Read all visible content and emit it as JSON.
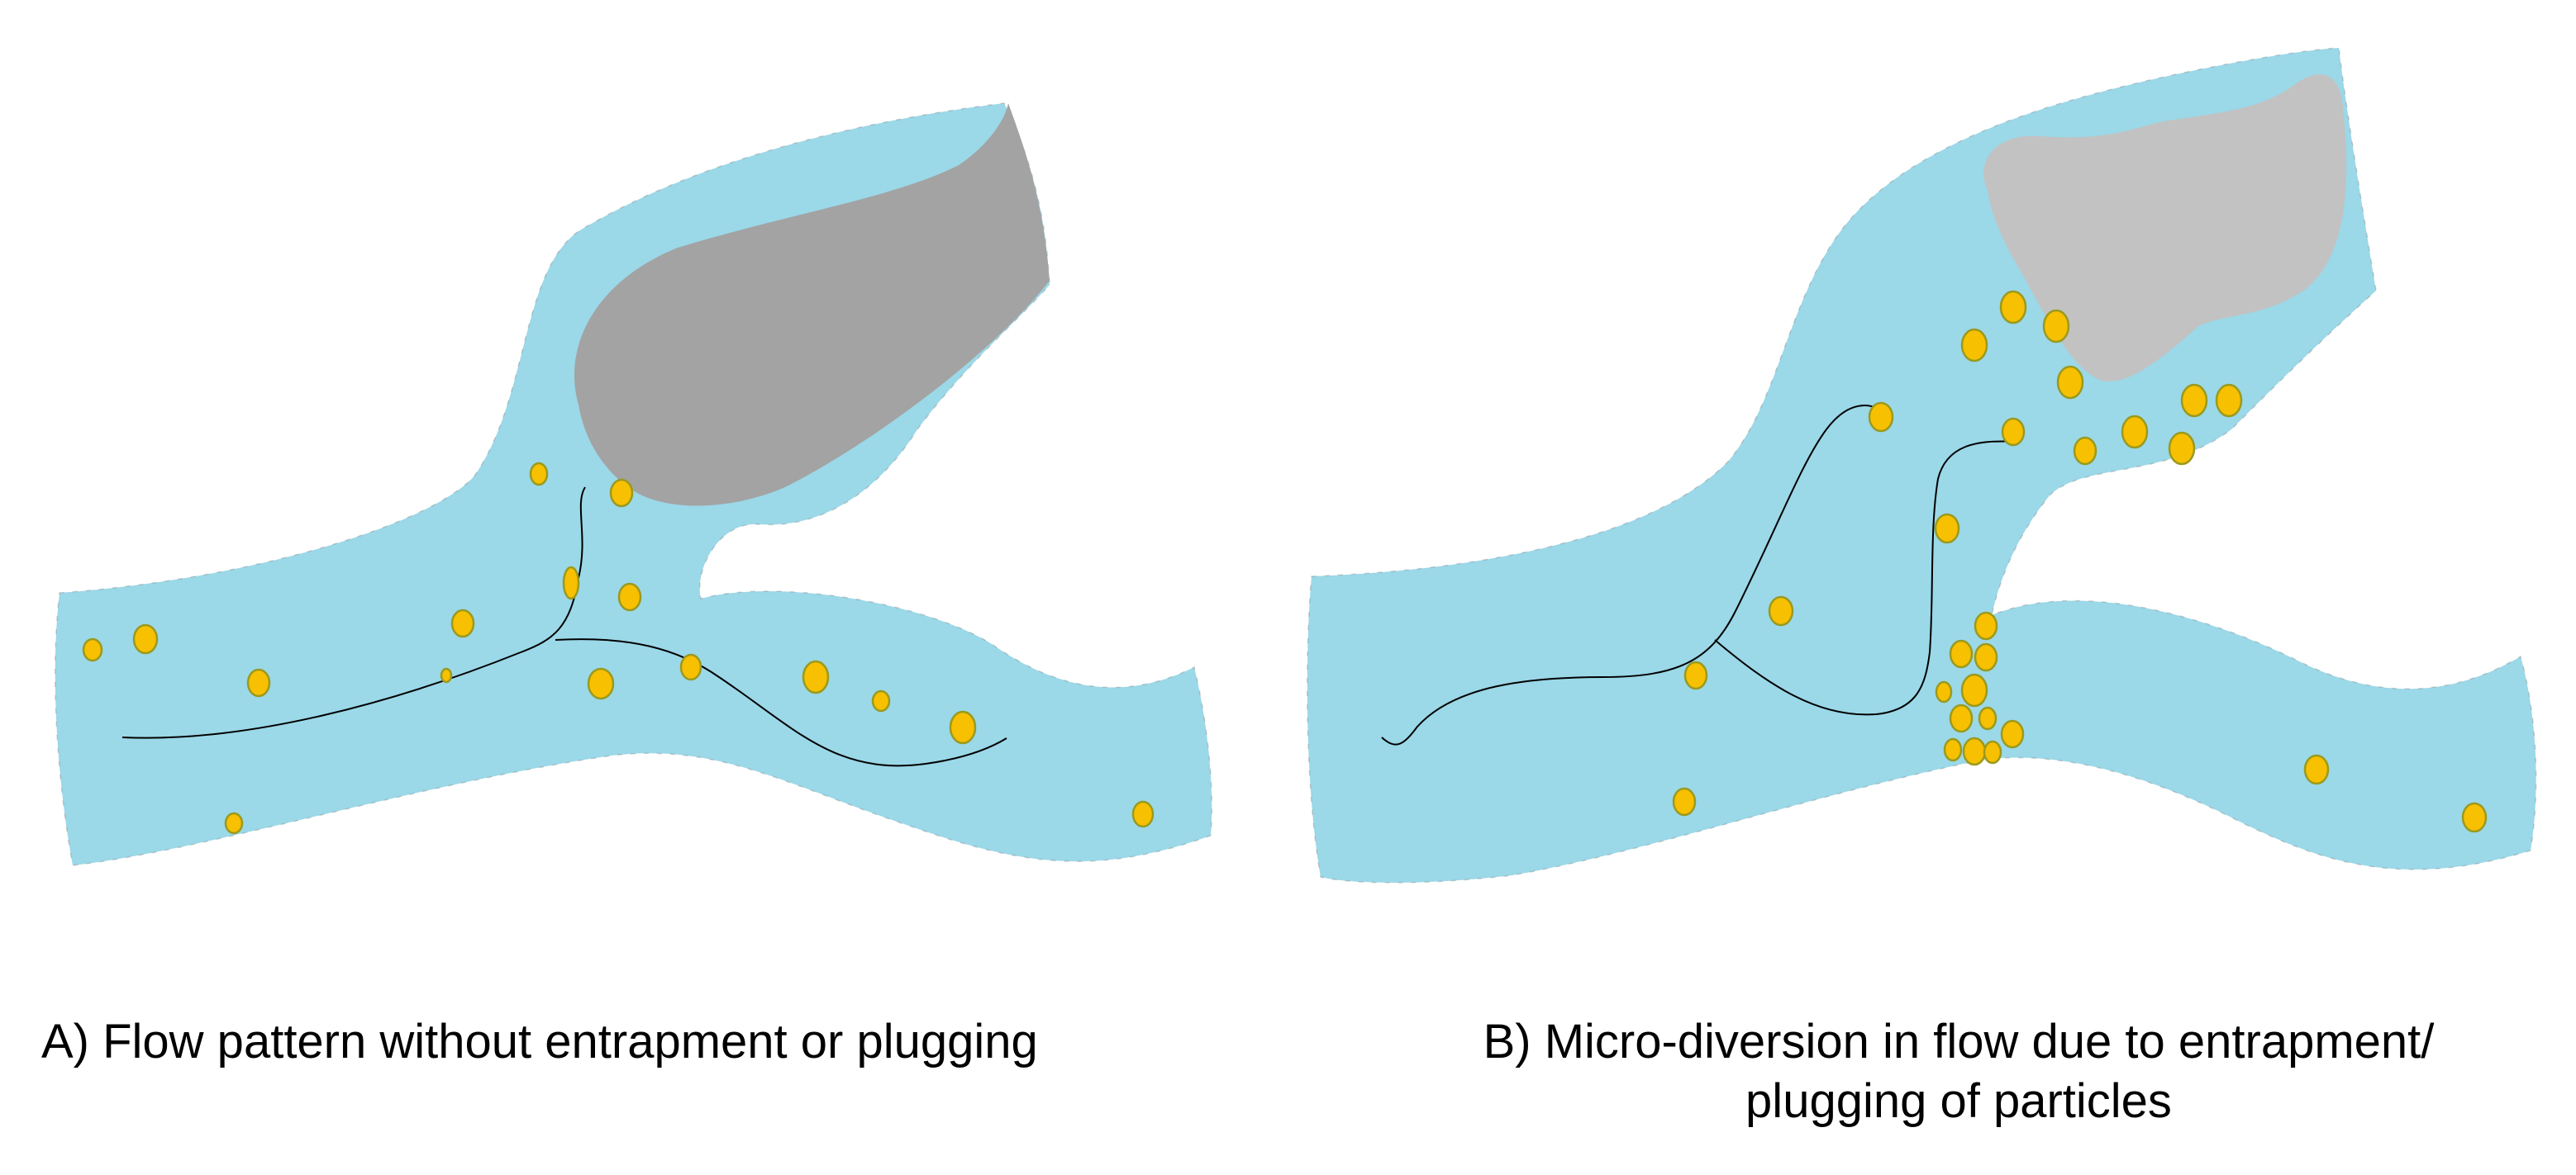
{
  "colors": {
    "channel": "#9bd8e8",
    "grain_a": "#a3a3a3",
    "grain_b": "#c2c2c2",
    "particle_fill": "#f7c000",
    "particle_edge": "#9a9a1e",
    "streamline": "#000000",
    "channel_edge": "#7a7a7a"
  },
  "panel_a": {
    "caption": "A) Flow pattern without entrapment or plugging",
    "particles": [
      [
        112,
        787,
        11,
        13
      ],
      [
        176,
        774,
        14,
        17
      ],
      [
        313,
        827,
        13,
        16
      ],
      [
        283,
        997,
        10,
        12
      ],
      [
        652,
        574,
        10,
        13
      ],
      [
        752,
        597,
        13,
        16
      ],
      [
        691,
        706,
        9,
        19
      ],
      [
        560,
        755,
        13,
        16
      ],
      [
        540,
        818,
        6,
        8
      ],
      [
        762,
        723,
        13,
        16
      ],
      [
        727,
        828,
        15,
        18
      ],
      [
        836,
        808,
        12,
        15
      ],
      [
        987,
        820,
        15,
        19
      ],
      [
        1066,
        849,
        10,
        12
      ],
      [
        1165,
        881,
        15,
        19
      ],
      [
        1383,
        986,
        12,
        15
      ]
    ]
  },
  "panel_b": {
    "caption_line1": "B) Micro-diversion in flow due to entrapment/",
    "caption_line2": "plugging of particles",
    "particles": [
      [
        2276,
        505,
        14,
        17
      ],
      [
        2389,
        418,
        15,
        19
      ],
      [
        2436,
        372,
        15,
        19
      ],
      [
        2488,
        395,
        15,
        19
      ],
      [
        2505,
        463,
        15,
        19
      ],
      [
        2436,
        523,
        13,
        16
      ],
      [
        2523,
        546,
        13,
        16
      ],
      [
        2583,
        523,
        15,
        19
      ],
      [
        2640,
        543,
        15,
        19
      ],
      [
        2655,
        485,
        15,
        19
      ],
      [
        2697,
        485,
        15,
        19
      ],
      [
        2356,
        640,
        14,
        17
      ],
      [
        2155,
        740,
        14,
        17
      ],
      [
        2052,
        818,
        13,
        16
      ],
      [
        2038,
        971,
        13,
        16
      ],
      [
        2403,
        758,
        13,
        16
      ],
      [
        2373,
        792,
        13,
        16
      ],
      [
        2403,
        796,
        13,
        16
      ],
      [
        2389,
        836,
        15,
        19
      ],
      [
        2352,
        838,
        9,
        12
      ],
      [
        2373,
        870,
        13,
        16
      ],
      [
        2405,
        870,
        10,
        13
      ],
      [
        2435,
        889,
        13,
        16
      ],
      [
        2363,
        908,
        10,
        13
      ],
      [
        2389,
        910,
        13,
        16
      ],
      [
        2411,
        911,
        10,
        13
      ],
      [
        2803,
        932,
        14,
        17
      ],
      [
        2994,
        990,
        14,
        17
      ]
    ]
  }
}
